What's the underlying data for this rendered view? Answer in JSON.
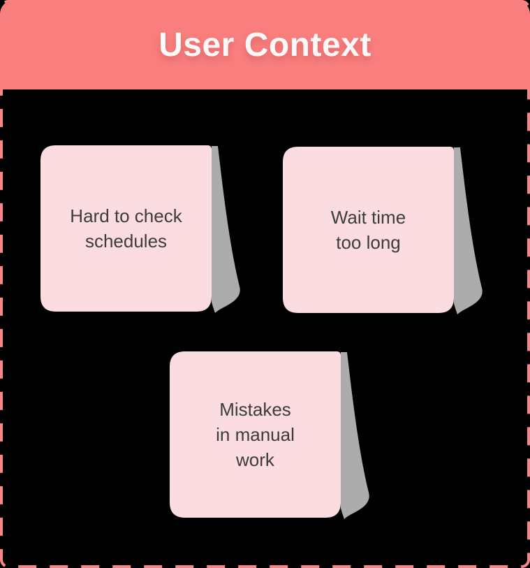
{
  "header": {
    "title": "User Context"
  },
  "notes": [
    {
      "text": "Hard to check\nschedules"
    },
    {
      "text": "Wait time\ntoo long"
    },
    {
      "text": "Mistakes\nin manual\nwork"
    }
  ],
  "theme": {
    "background": "#000000",
    "header_bg": "#F97E7E",
    "dash_color": "#F98585",
    "title_color": "#FFF8F8",
    "note_bg": "#FBDCE0",
    "curl_color": "#ACACAC",
    "note_text_color": "#3C3C40"
  }
}
